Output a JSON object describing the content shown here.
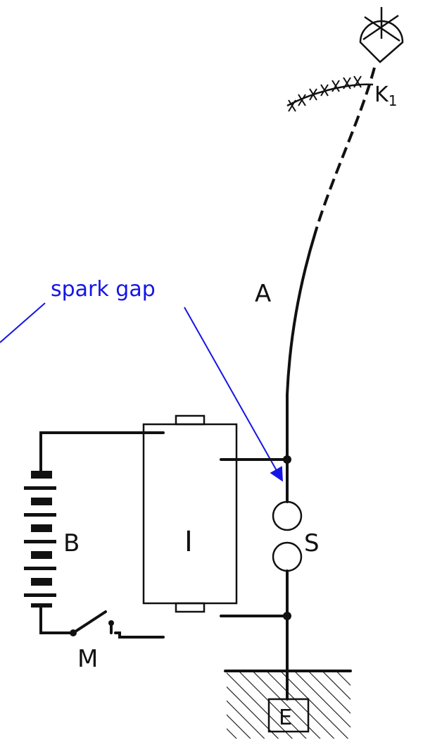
{
  "colors": {
    "ink": "#111111",
    "annotation": "#1515e6",
    "background": "#ffffff"
  },
  "annotation": {
    "text": "spark gap"
  },
  "labels": {
    "kite": "K",
    "kite_subscript": "1",
    "antenna": "A",
    "battery": "B",
    "coil": "I",
    "spark_gap": "S",
    "switch": "M",
    "earth": "E"
  },
  "icons": {
    "kite": "kite-icon",
    "tail": "kite-tail-icon",
    "battery": "battery-icon",
    "switch": "switch-icon",
    "ground": "ground-hatch-icon"
  }
}
